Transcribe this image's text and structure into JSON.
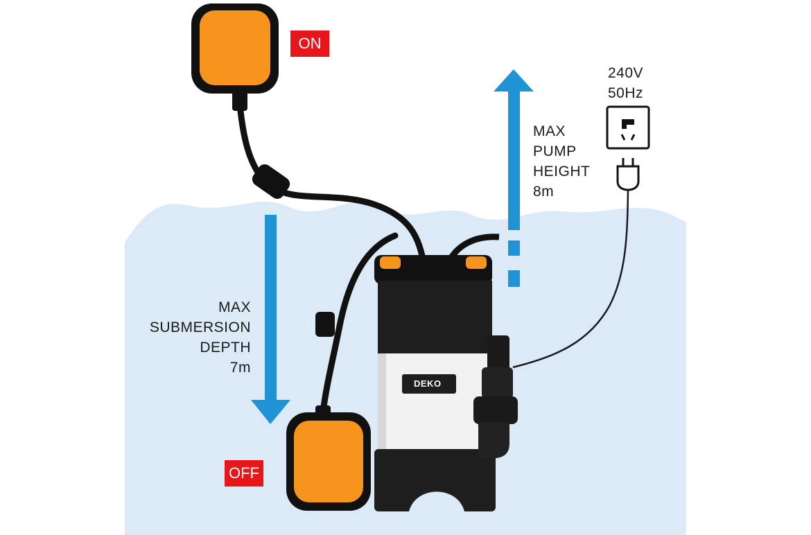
{
  "labels": {
    "on": "ON",
    "off": "OFF",
    "max_submersion_depth": [
      "MAX",
      "SUBMERSION",
      "DEPTH",
      "7m"
    ],
    "max_pump_height": [
      "MAX",
      "PUMP",
      "HEIGHT",
      "8m"
    ],
    "power": [
      "240V",
      "50Hz"
    ],
    "brand": "DEKO"
  },
  "colors": {
    "water": "#dceaf8",
    "arrow": "#1f93d5",
    "float_orange": "#f7941d",
    "tag_red": "#e8151b",
    "pump_black": "#1e1e1e",
    "pump_white": "#f2f2f2"
  },
  "icons": [
    "power-socket-icon",
    "power-plug-icon",
    "up-arrow-icon",
    "down-arrow-icon"
  ]
}
